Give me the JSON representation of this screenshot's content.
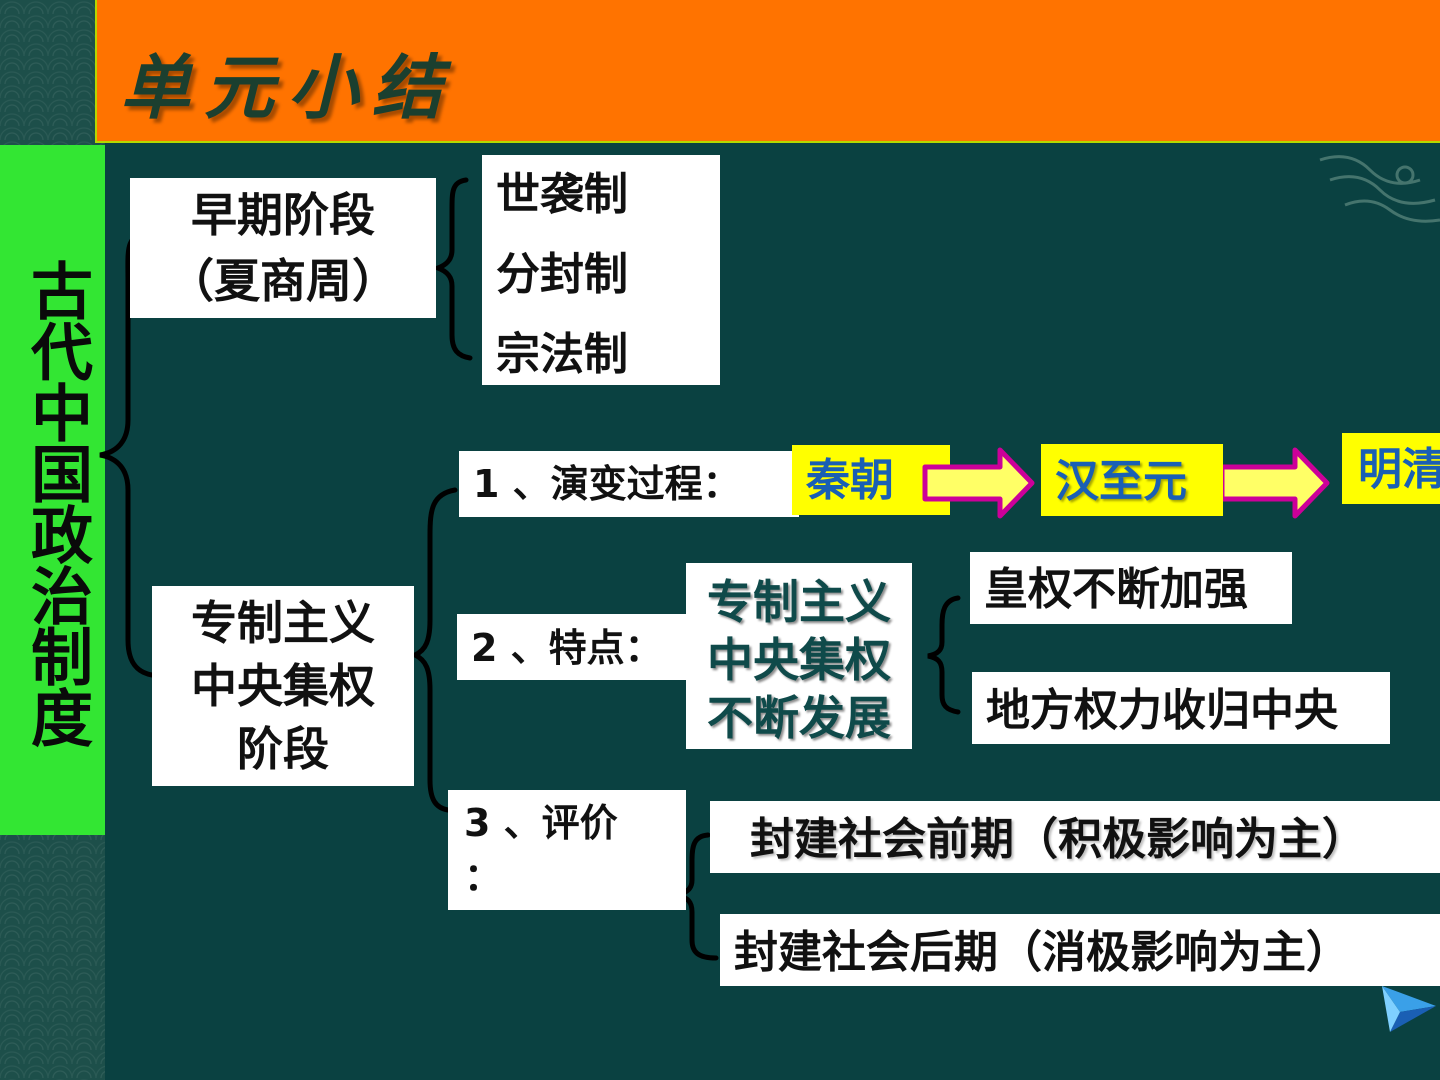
{
  "title": "单元小结",
  "side_title": "古代中国政治制度",
  "early": {
    "stage_line1": "早期阶段",
    "stage_line2": "（夏商周）",
    "items": [
      "世袭制",
      "分封制",
      "宗法制"
    ]
  },
  "central": {
    "stage_line1": "专制主义",
    "stage_line2": "中央集权",
    "stage_line3": "阶段",
    "evolution_label": "1 、演变过程：",
    "evolution_steps": [
      "秦朝",
      "汉至元",
      "明清"
    ],
    "feature_label": "2 、特点：",
    "feature_line1": "专制主义",
    "feature_line2": "中央集权",
    "feature_line3": "不断发展",
    "feature_items": [
      "皇权不断加强",
      "地方权力收归中央"
    ],
    "evaluation_label_line1": "3 、评价",
    "evaluation_label_line2": "：",
    "evaluation_items": [
      "封建社会前期（积极影响为主）",
      "封建社会后期（消极影响为主）"
    ]
  },
  "colors": {
    "background": "#0a4141",
    "title_bar": "#ff7300",
    "side_title_bg": "#33e633",
    "highlight": "#ffff00",
    "arrow": "#cc0099",
    "step_text": "#1a5fb4"
  },
  "icons": [
    "next-arrow-icon"
  ]
}
